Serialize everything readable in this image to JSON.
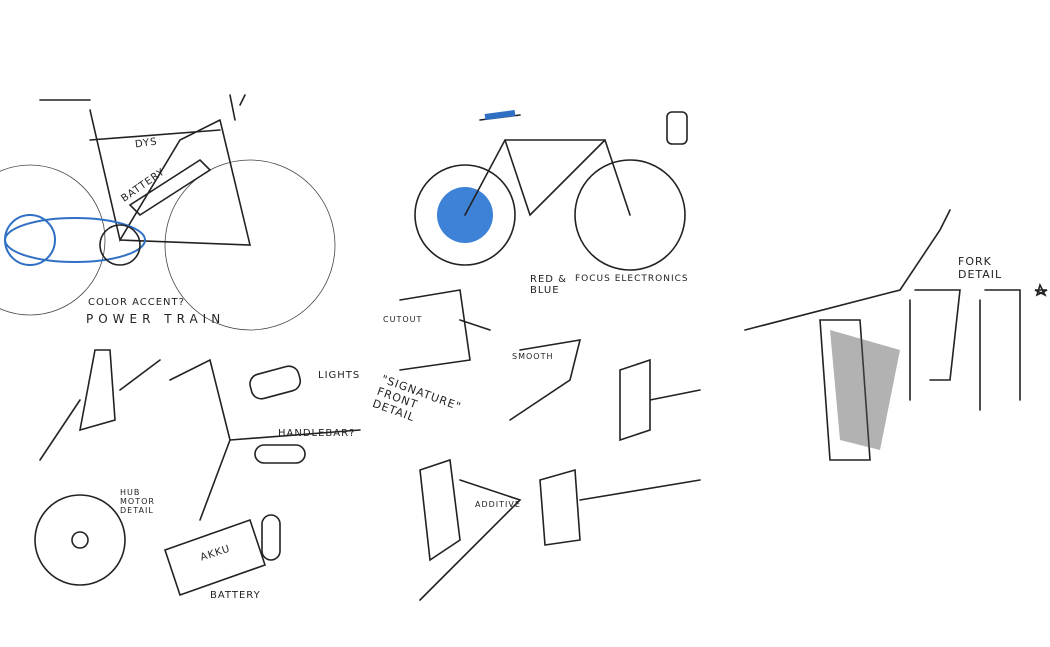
{
  "labels": {
    "frame_brand": "DYS",
    "battery": "Battery",
    "color_accent": "Color accent?",
    "power_train": "Power train",
    "lights": "Lights",
    "handlebar": "Handlebar?",
    "hub_motor": "Hub motor detail",
    "akku": "Akku",
    "battery_bottom": "Battery",
    "red_blue": "Red & blue",
    "focus_electronics": "Focus electronics",
    "cutout": "Cutout",
    "smooth": "Smooth",
    "signature": "\"Signature\" front detail",
    "additive": "Additive",
    "fork_detail": "Fork detail"
  },
  "colors": {
    "accent_blue": "#2f6fc4",
    "ink": "#222222"
  }
}
